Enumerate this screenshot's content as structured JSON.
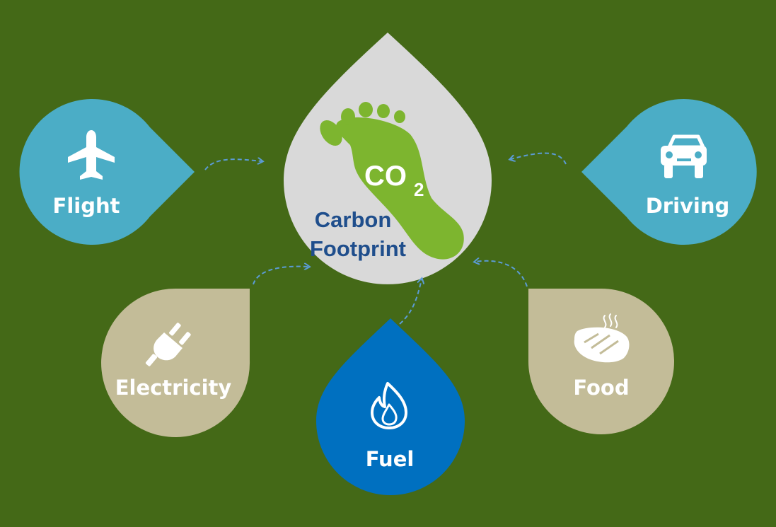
{
  "colors": {
    "background": "#446917",
    "center_drop": "#d9d9d9",
    "footprint": "#7db52f",
    "center_text": "#1f4e8c",
    "flight": "#4badc6",
    "driving": "#4badc6",
    "electricity": "#c3bc98",
    "food": "#c3bc98",
    "fuel": "#0070c0",
    "arrow": "#5b9bd5"
  },
  "center": {
    "co2_main": "CO",
    "co2_sub": "2",
    "title_line1": "Carbon",
    "title_line2": "Footprint"
  },
  "nodes": [
    {
      "id": "flight",
      "label": "Flight",
      "icon": "airplane-icon"
    },
    {
      "id": "driving",
      "label": "Driving",
      "icon": "car-icon"
    },
    {
      "id": "electricity",
      "label": "Electricity",
      "icon": "plug-icon"
    },
    {
      "id": "fuel",
      "label": "Fuel",
      "icon": "flame-icon"
    },
    {
      "id": "food",
      "label": "Food",
      "icon": "steak-icon"
    }
  ]
}
